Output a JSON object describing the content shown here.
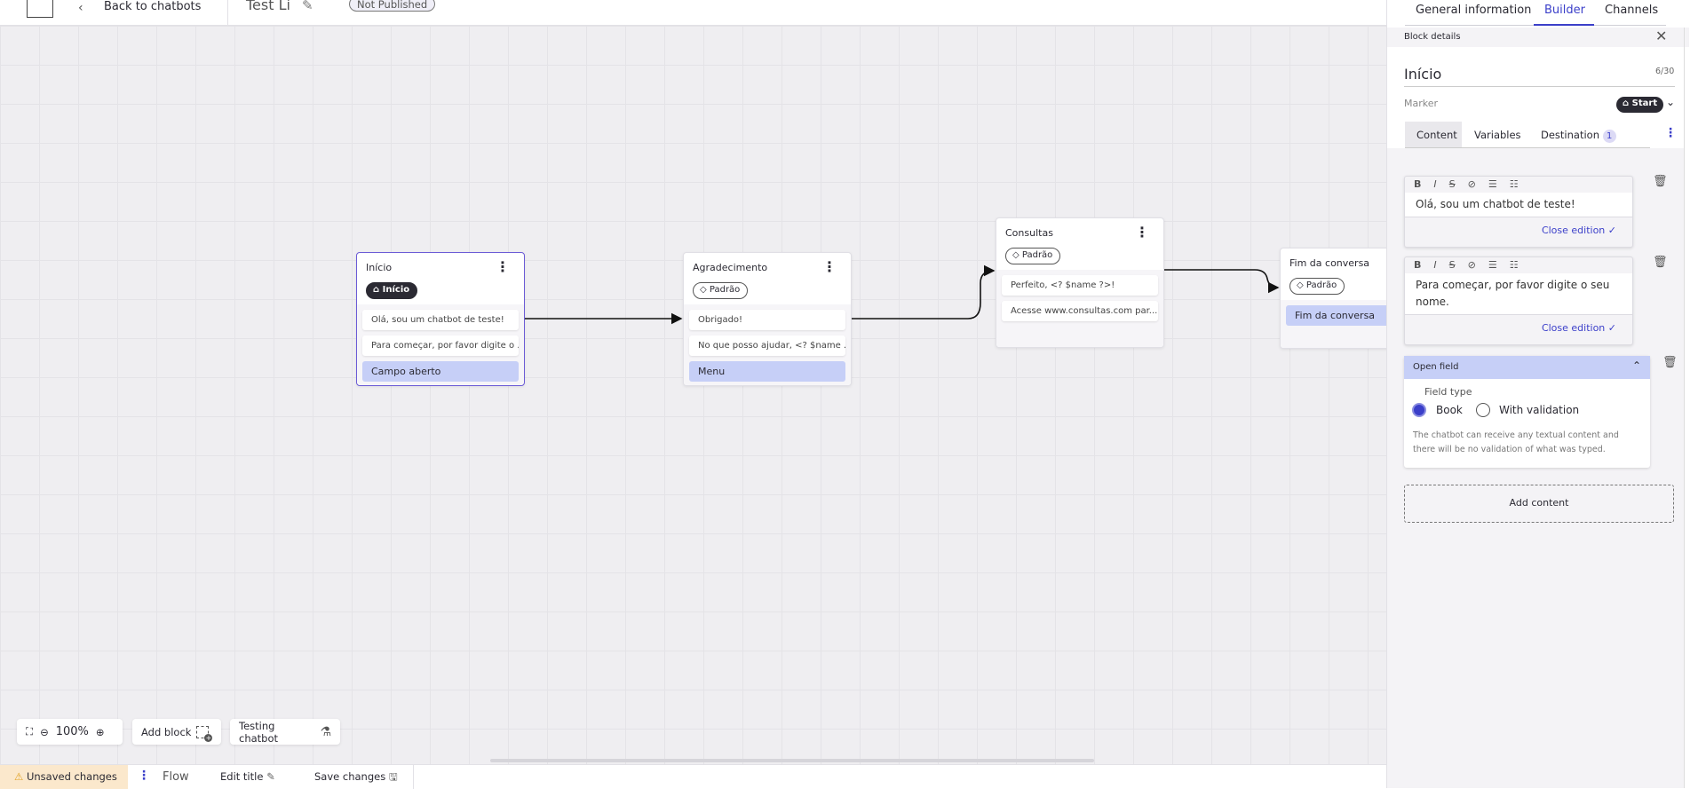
{
  "topbar": {
    "back_label": "Back to chatbots",
    "chatbot_title": "Test Li",
    "status_badge": "Not Published"
  },
  "panel": {
    "tabs": [
      {
        "label": "General information"
      },
      {
        "label": "Builder",
        "active": true
      },
      {
        "label": "Channels"
      }
    ],
    "header": "Block details",
    "block_name": "Início",
    "char_count": "6/30",
    "marker_label": "Marker",
    "marker_value": "Start",
    "subtabs": [
      {
        "label": "Content",
        "active": true
      },
      {
        "label": "Variables"
      },
      {
        "label": "Destination",
        "badge": "1"
      }
    ],
    "editors": [
      {
        "text": "Olá, sou um chatbot de teste!",
        "close_label": "Close edition"
      },
      {
        "text": "Para começar, por favor digite o seu nome.",
        "close_label": "Close edition"
      }
    ],
    "toolbar_icons": [
      "B",
      "I",
      "S",
      "link",
      "bullet-list",
      "numbered-list"
    ],
    "open_field": {
      "title": "Open field",
      "field_type_label": "Field type",
      "options": [
        {
          "label": "Book",
          "selected": true
        },
        {
          "label": "With validation",
          "selected": false
        }
      ],
      "help": "The chatbot can receive any textual content and there will be no validation of what was typed."
    },
    "add_content": "Add content"
  },
  "blocks": [
    {
      "title": "Início",
      "tag": "Início",
      "tag_style": "dark",
      "selected": true,
      "items": [
        "Olá, sou um chatbot de teste!",
        "Para começar, por favor digite o ..."
      ],
      "highlight": "Campo aberto"
    },
    {
      "title": "Agradecimento",
      "tag": "Padrão",
      "items": [
        "Obrigado!",
        "No que posso ajudar, <? $name ..."
      ],
      "highlight": "Menu"
    },
    {
      "title": "Consultas",
      "tag": "Padrão",
      "items": [
        "Perfeito, <? $name ?>!",
        "Acesse www.consultas.com par..."
      ]
    },
    {
      "title": "Fim da conversa",
      "tag": "Padrão",
      "items": [],
      "highlight": "Fim da conversa"
    }
  ],
  "canvas_tools": {
    "zoom": "100%",
    "add_block": "Add block",
    "testing": "Testing chatbot"
  },
  "bottombar": {
    "unsaved": "Unsaved changes",
    "flow": "Flow",
    "edit_title": "Edit title",
    "save": "Save changes"
  },
  "colors": {
    "accent": "#3b3fc9",
    "highlight": "#c6cff7",
    "selected_border": "#6b5bd6",
    "warning_bg": "#fbe8cc"
  }
}
